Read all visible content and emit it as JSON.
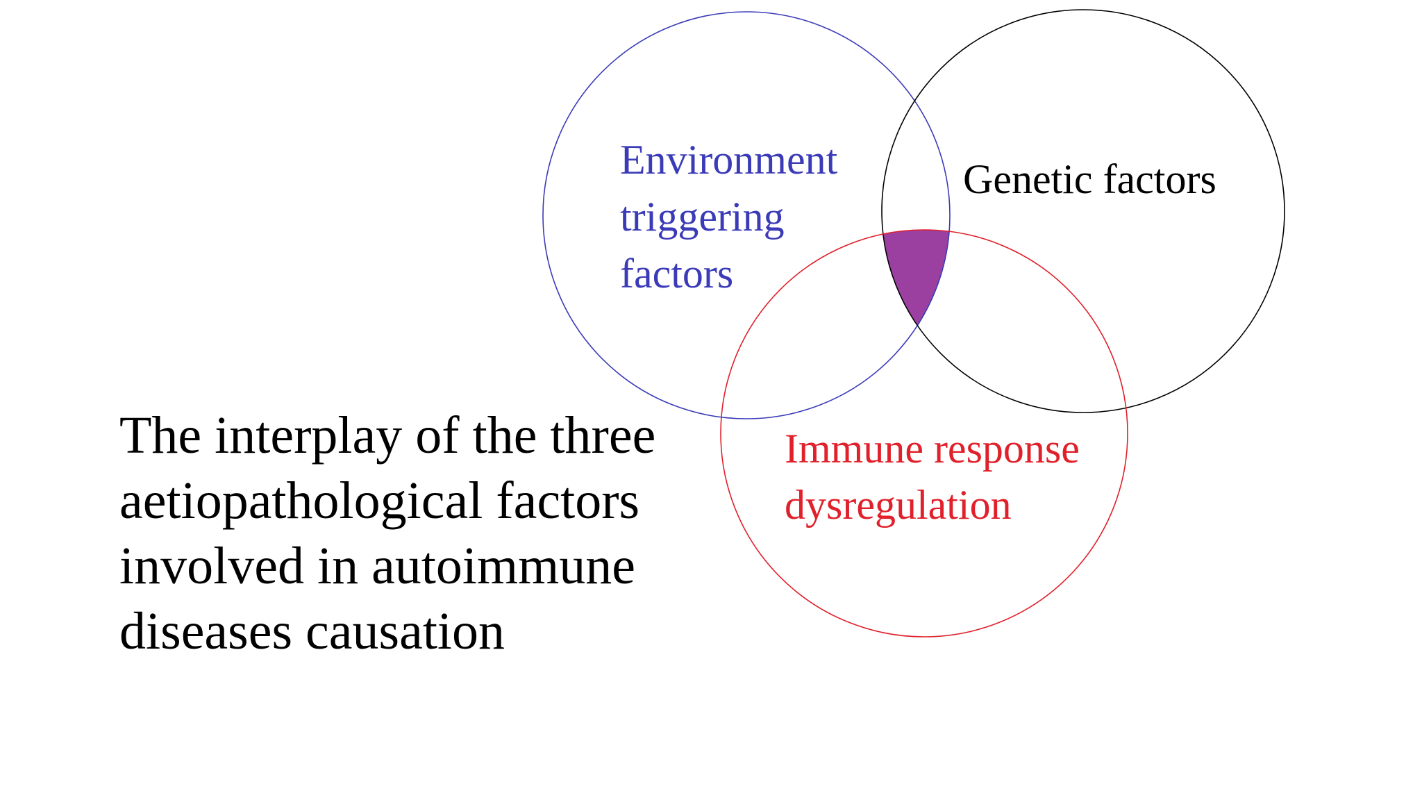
{
  "diagram": {
    "sets": [
      {
        "id": "environment",
        "label_lines": [
          "Environment",
          "triggering",
          "factors"
        ],
        "color": "#3b3bb8"
      },
      {
        "id": "genetic",
        "label_lines": [
          "Genetic factors"
        ],
        "color": "#000000"
      },
      {
        "id": "immune",
        "label_lines": [
          "Immune response",
          "dysregulation"
        ],
        "color": "#e0202a"
      }
    ],
    "intersection_color": "#9b3fa0"
  },
  "caption": {
    "lines": [
      "The interplay of the three",
      "aetiopathological factors",
      "involved in autoimmune",
      "diseases causation"
    ]
  }
}
